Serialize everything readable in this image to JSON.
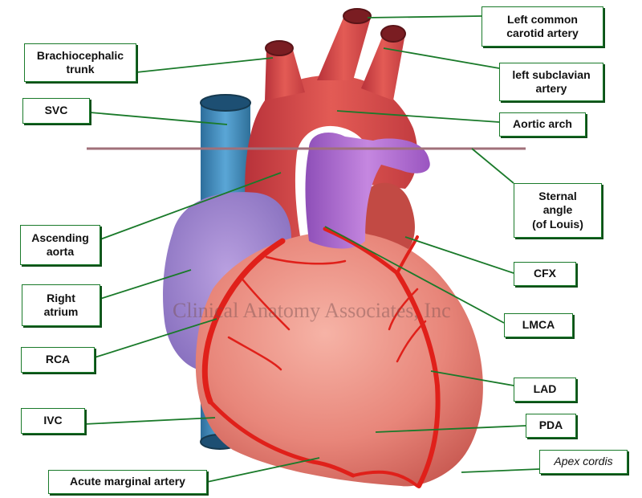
{
  "watermark": "Clinical Anatomy Associates, Inc",
  "labels": {
    "left_common_carotid": "Left common\ncarotid artery",
    "brachiocephalic": "Brachiocephalic\ntrunk",
    "left_subclavian": "left subclavian\nartery",
    "svc": "SVC",
    "aortic_arch": "Aortic arch",
    "sternal_angle": "Sternal\nangle\n(of Louis)",
    "ascending_aorta": "Ascending\naorta",
    "cfx": "CFX",
    "right_atrium": "Right\natrium",
    "lmca": "LMCA",
    "rca": "RCA",
    "lad": "LAD",
    "ivc": "IVC",
    "pda": "PDA",
    "apex": "Apex cordis",
    "acute_marginal": "Acute marginal artery"
  },
  "colors": {
    "label_border": "#1a7a2a",
    "leader_line": "#1a7a2a",
    "ventricle": "#e8867a",
    "aorta": "#d9534a",
    "pulmonary_trunk": "#b16bd0",
    "vena_cava": "#3f88b8",
    "coronary_artery": "#e0201a"
  }
}
